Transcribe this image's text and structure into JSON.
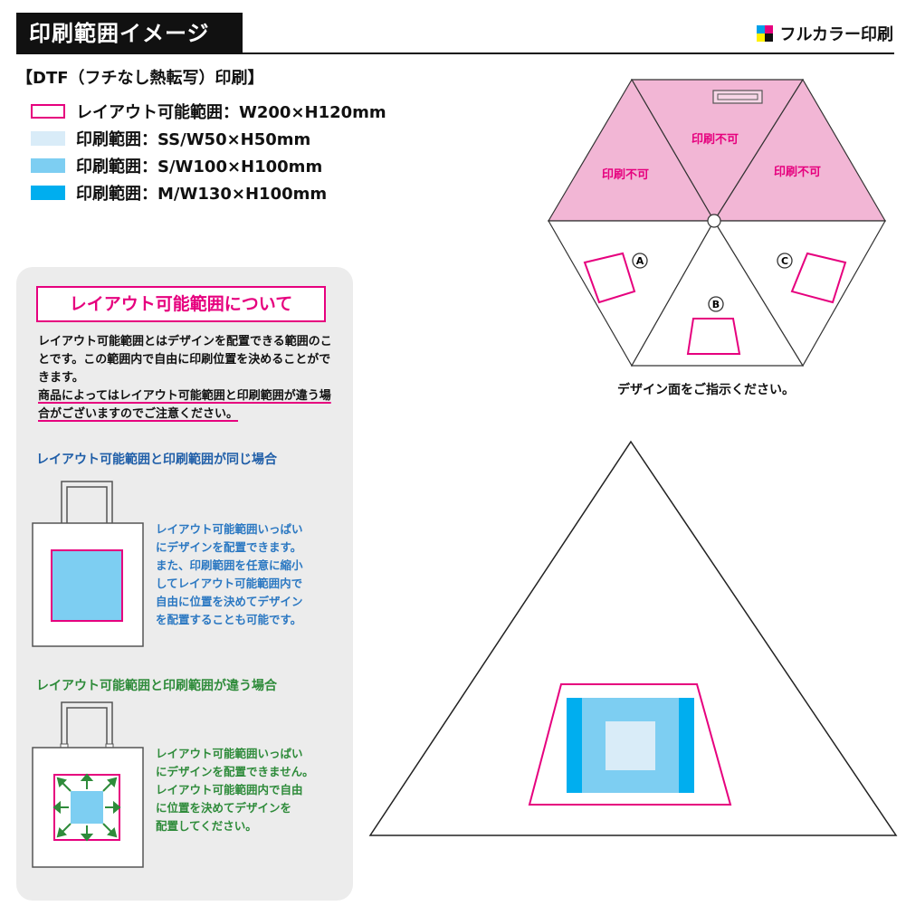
{
  "header": {
    "title": "印刷範囲イメージ",
    "full_color_label": "フルカラー印刷",
    "cmyk_colors": [
      "#00a0e9",
      "#e6007e",
      "#fff100",
      "#111111"
    ]
  },
  "print_method": "【DTF（フチなし熱転写）印刷】",
  "legend": [
    {
      "label": "レイアウト可能範囲：W200×H120mm",
      "fill": "#ffffff",
      "border": "#e6007e"
    },
    {
      "label": "印刷範囲：SS/W50×H50mm",
      "fill": "#d9ecf8",
      "border": "none"
    },
    {
      "label": "印刷範囲：S/W100×H100mm",
      "fill": "#7dcef2",
      "border": "none"
    },
    {
      "label": "印刷範囲：M/W130×H100mm",
      "fill": "#00aeef",
      "border": "none"
    }
  ],
  "layout_info": {
    "title": "レイアウト可能範囲について",
    "body_1": "レイアウト可能範囲とはデザインを配置できる範囲のことです。この範囲内で自由に印刷位置を決めることができます。",
    "body_2": "商品によってはレイアウト可能範囲と印刷範囲が違う場合がございますのでご注意ください。",
    "same": {
      "heading": "レイアウト可能範囲と印刷範囲が同じ場合",
      "heading_color": "#1f5ea8",
      "desc_color": "#2b78c2",
      "lines": [
        "レイアウト可能範囲いっぱい",
        "にデザインを配置できます。",
        "また、印刷範囲を任意に縮小",
        "してレイアウト可能範囲内で",
        "自由に位置を決めてデザイン",
        "を配置することも可能です。"
      ]
    },
    "different": {
      "heading": "レイアウト可能範囲と印刷範囲が違う場合",
      "heading_color": "#2e8b3a",
      "desc_color": "#2e8b3a",
      "lines": [
        "レイアウト可能範囲いっぱい",
        "にデザインを配置できません。",
        "レイアウト可能範囲内で自由",
        "に位置を決めてデザインを",
        "配置してください。"
      ]
    }
  },
  "umbrella": {
    "no_print_label": "印刷不可",
    "panel_labels": [
      "A",
      "B",
      "C"
    ],
    "caption": "デザイン面をご指示ください。",
    "no_print_fill": "#f2b6d5"
  },
  "colors": {
    "magenta": "#e6007e",
    "ss": "#d9ecf8",
    "s": "#7dcef2",
    "m": "#00aeef",
    "panel_bg": "#ececec"
  }
}
